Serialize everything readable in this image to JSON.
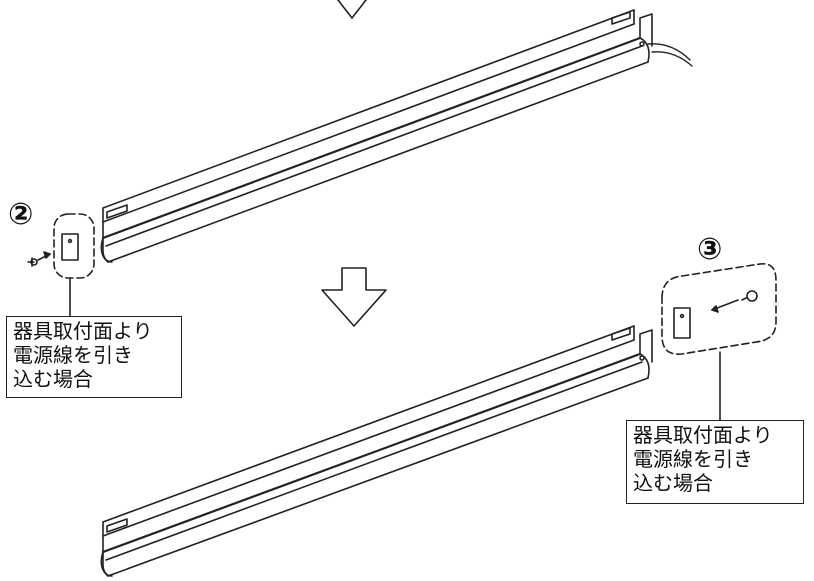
{
  "steps": [
    {
      "number": "②",
      "label_lines": [
        "器具取付面より",
        "電源線を引き",
        "込む場合"
      ]
    },
    {
      "number": "③",
      "label_lines": [
        "器具取付面より",
        "電源線を引き",
        "込む場合"
      ]
    }
  ],
  "colors": {
    "line": "#222222",
    "background": "#ffffff"
  }
}
